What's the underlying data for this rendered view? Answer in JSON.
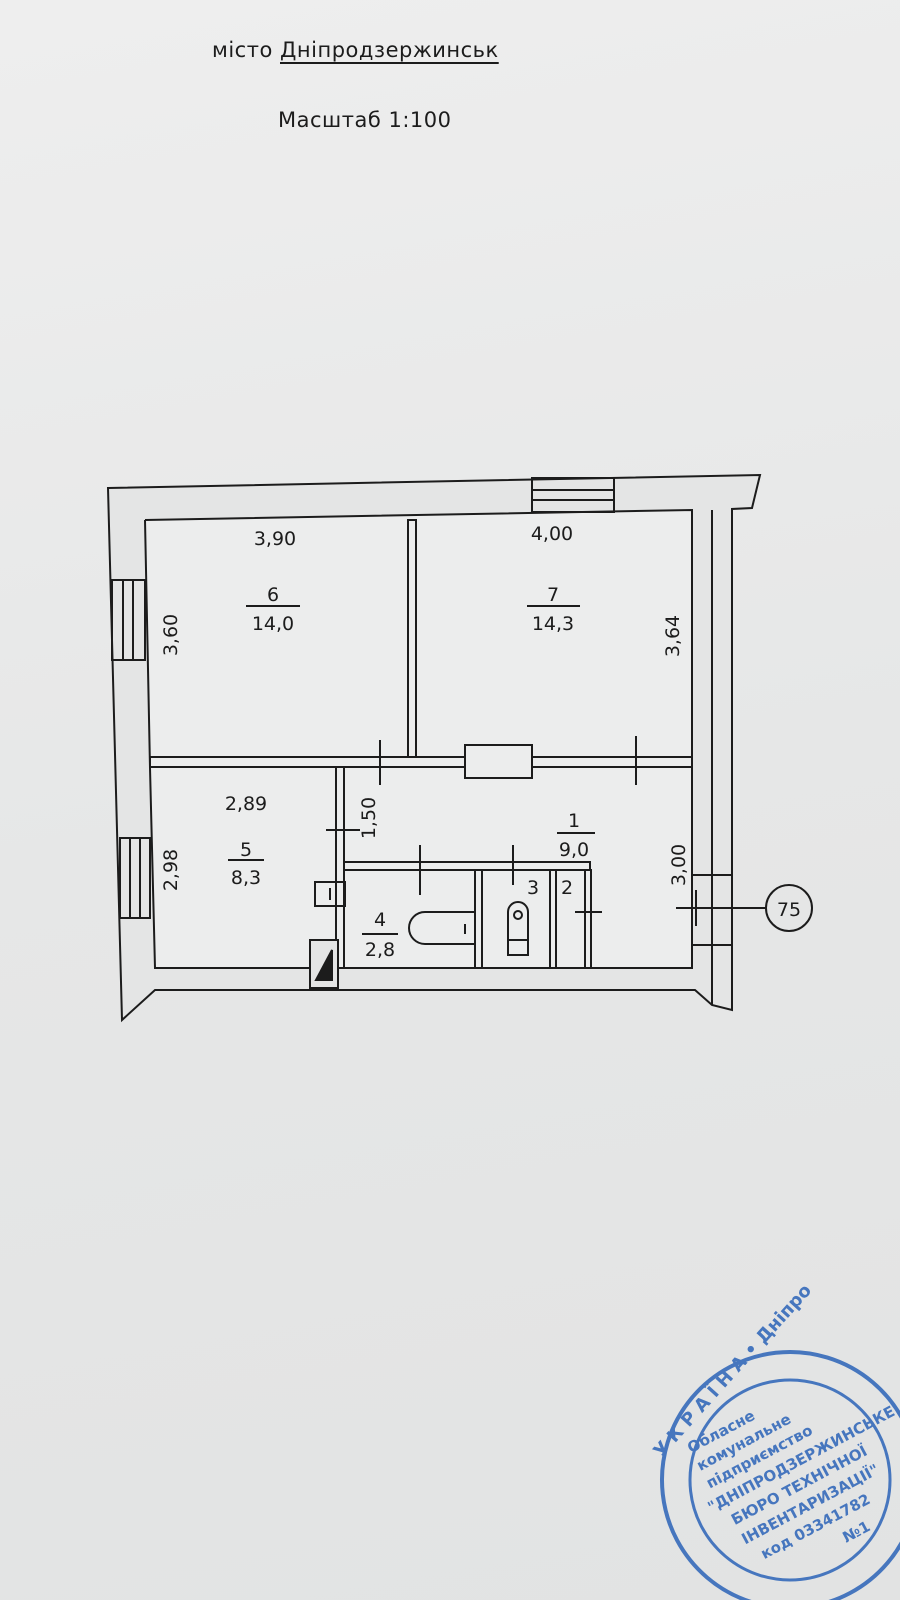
{
  "header": {
    "city_prefix": "місто",
    "city": "Дніпродзержинськ",
    "scale": "Масштаб 1:100"
  },
  "rooms": [
    {
      "number": "6",
      "area": "14,0",
      "width": "3,90",
      "length": "3,60"
    },
    {
      "number": "7",
      "area": "14,3",
      "width": "4,00",
      "length": "3,64"
    },
    {
      "number": "5",
      "area": "8,3",
      "width": "2,89",
      "length": "2,98"
    },
    {
      "number": "1",
      "area": "9,0",
      "width": "1,50",
      "length": "3,00"
    },
    {
      "number": "4",
      "area": "2,8"
    },
    {
      "number": "3"
    },
    {
      "number": "2"
    }
  ],
  "marker": "75",
  "stamp": {
    "outer_text": "УКРАЇНА * Дніпродзержинськ",
    "lines": [
      "Обласне",
      "комунальне",
      "підприємство",
      "\"ДНІПРОДЗЕРЖИНСЬКЕ",
      "БЮРО ТЕХНІЧНОЇ",
      "ІНВЕНТАРИЗАЦІЇ\"",
      "код 03341782",
      "№1"
    ],
    "color": "#2b63b8"
  },
  "colors": {
    "ink": "#1c1c1c",
    "paper": "#e9eaea",
    "stamp": "#2b63b8"
  }
}
